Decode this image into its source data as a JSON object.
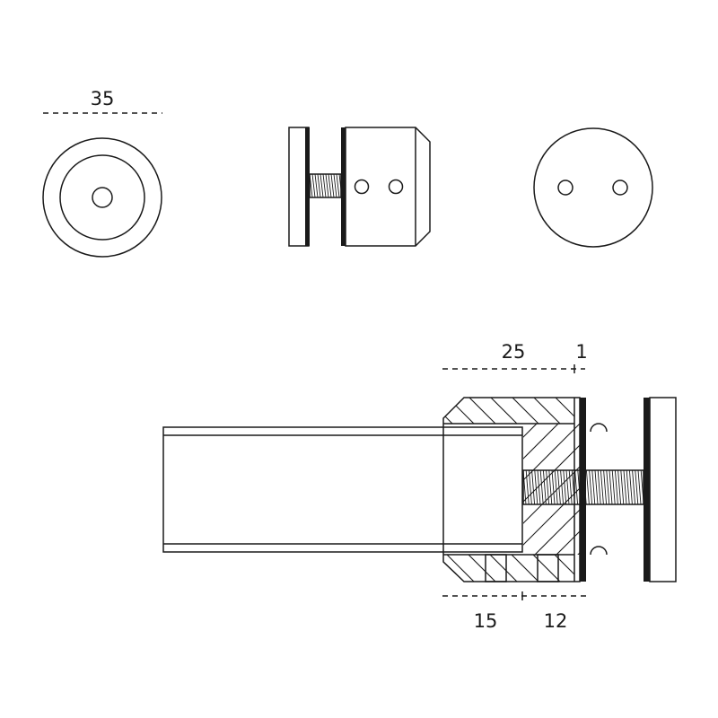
{
  "dimensions": {
    "diameter": "35",
    "length_top_a": "25",
    "length_top_b": "1",
    "length_bottom_a": "15",
    "length_bottom_b": "12"
  },
  "colors": {
    "line": "#1a1a1a",
    "background": "#ffffff"
  }
}
